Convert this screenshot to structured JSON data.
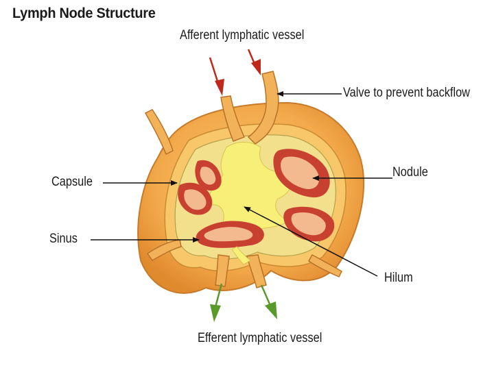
{
  "title": "Lymph Node Structure",
  "labels": {
    "afferent": "Afferent lymphatic vessel",
    "valve": "Valve to prevent backflow",
    "nodule": "Nodule",
    "capsule": "Capsule",
    "sinus": "Sinus",
    "hilum": "Hilum",
    "efferent": "Efferent lymphatic vessel"
  },
  "colors": {
    "capsule_outer": "#f2a94a",
    "capsule_inner": "#f7c76a",
    "cortex": "#f6df8a",
    "medulla": "#f4ec7c",
    "nodule_outer": "#c8402f",
    "nodule_inner": "#f3b98f",
    "afferent_arrow": "#c0281c",
    "efferent_arrow": "#5a9a2a",
    "pointer": "#111111"
  }
}
